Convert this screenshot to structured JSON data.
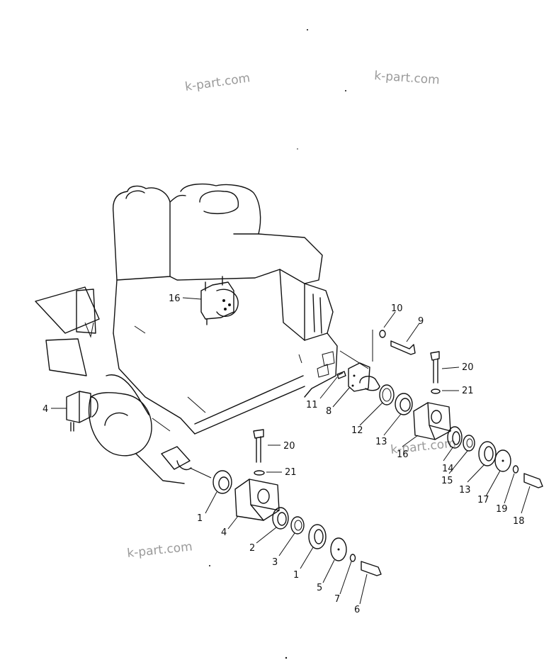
{
  "watermark": "k-part.com",
  "callouts": {
    "c16a": "16",
    "c4a": "4",
    "c10": "10",
    "c9": "9",
    "c20a": "20",
    "c21a": "21",
    "c11": "11",
    "c8": "8",
    "c12": "12",
    "c13a": "13",
    "c16b": "16",
    "c14": "14",
    "c15": "15",
    "c13b": "13",
    "c17": "17",
    "c19": "19",
    "c18": "18",
    "c20b": "20",
    "c21b": "21",
    "c1a": "1",
    "c4b": "4",
    "c2": "2",
    "c3": "3",
    "c1b": "1",
    "c5": "5",
    "c7": "7",
    "c6": "6"
  }
}
